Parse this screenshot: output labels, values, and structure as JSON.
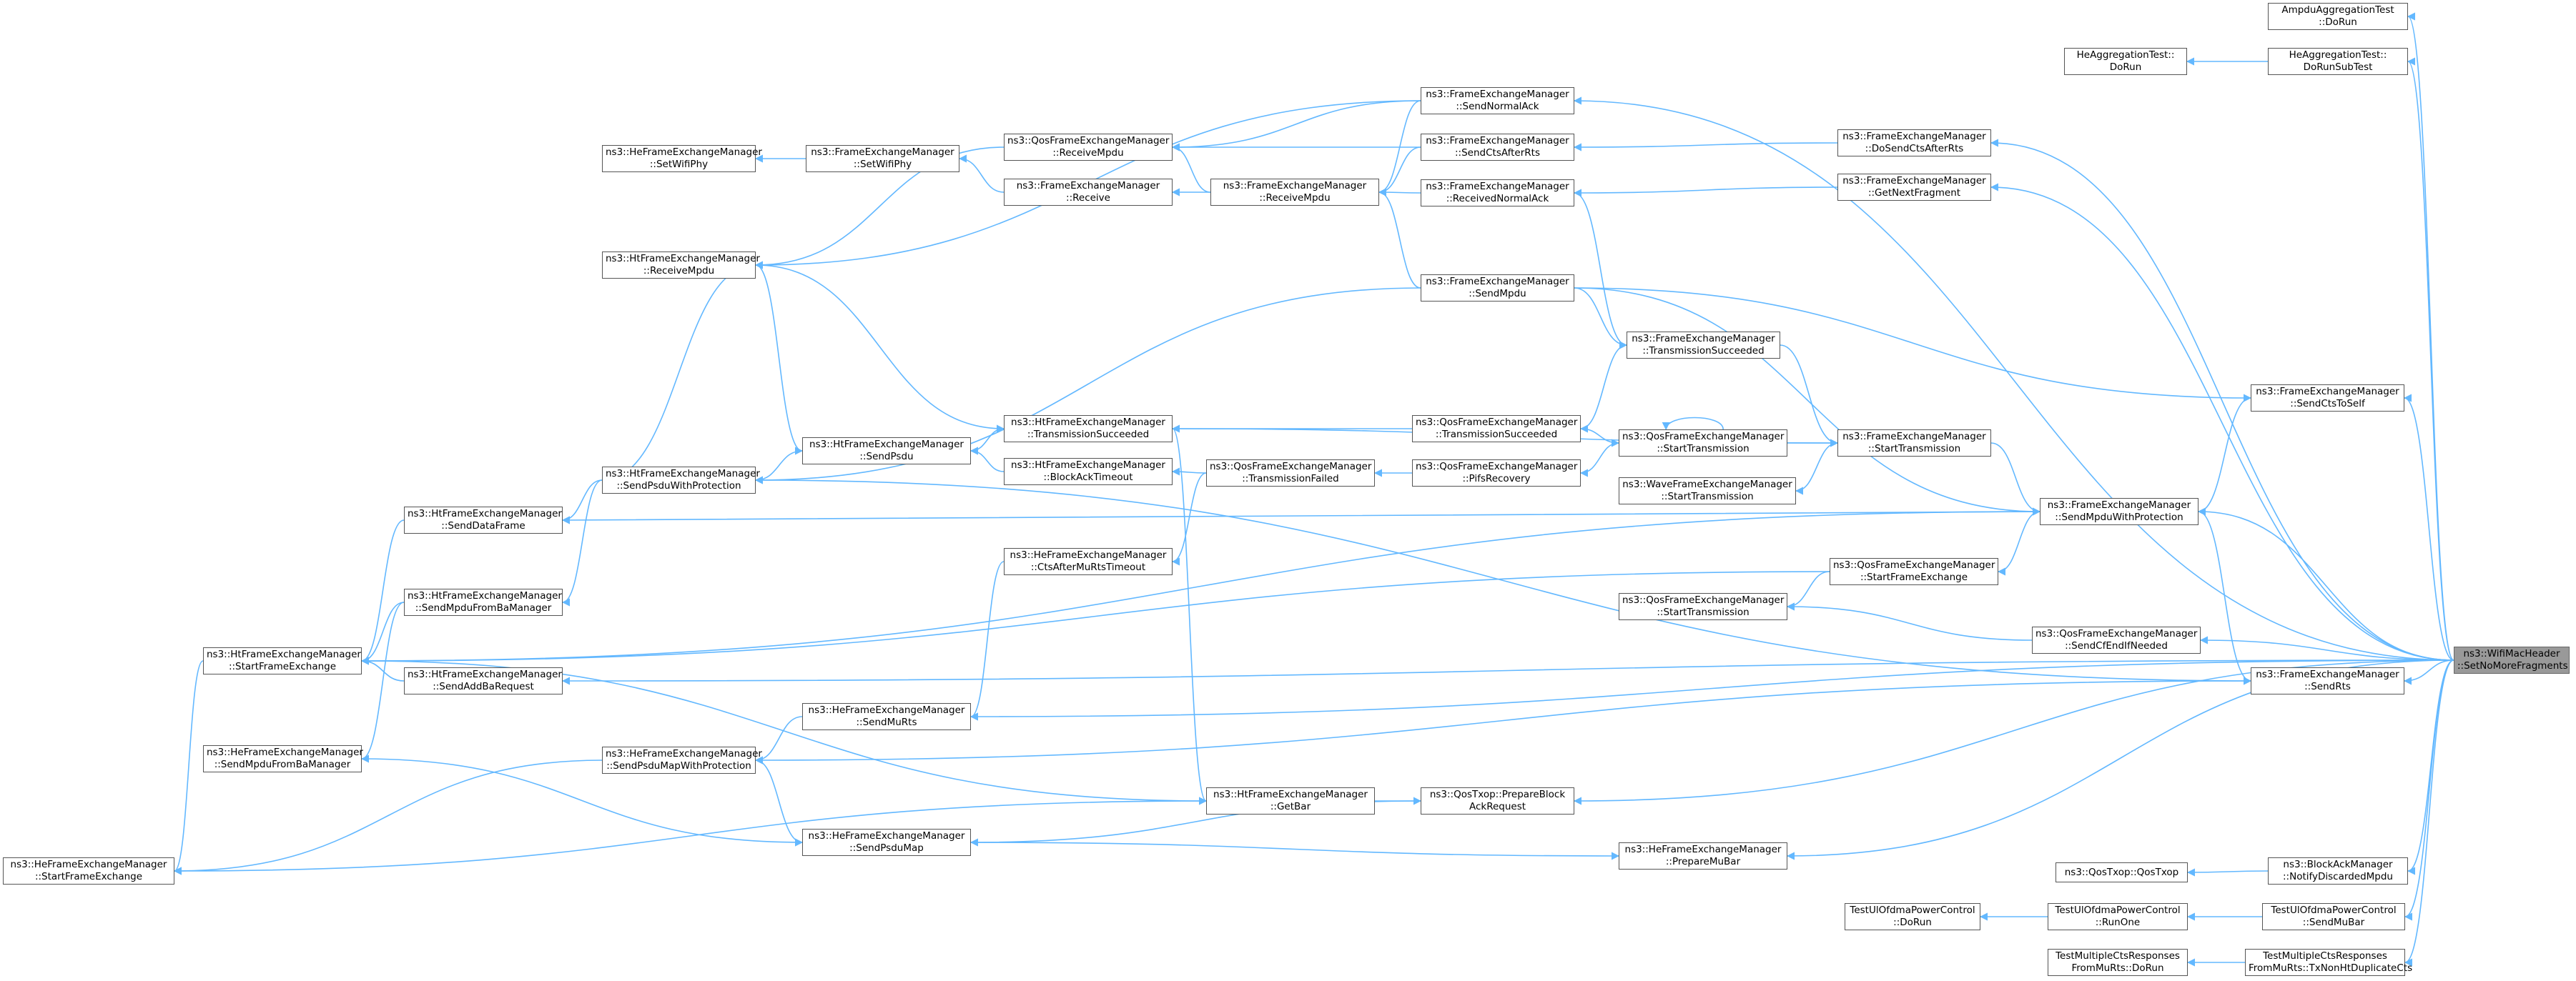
{
  "root": {
    "line1": "ns3::WifiMacHeader",
    "line2": "::SetNoMoreFragments"
  },
  "edge_color": "#63b8ff",
  "node_border": "#555555",
  "root_fill": "#999999",
  "nodes": {
    "ampdu_doRun": {
      "line1": "AmpduAggregationTest",
      "line2": "::DoRun"
    },
    "heAgg_doRun": {
      "line1": "HeAggregationTest::",
      "line2": "DoRun"
    },
    "heAgg_subtest": {
      "line1": "HeAggregationTest::",
      "line2": "DoRunSubTest"
    },
    "fem_sendNormalAck": {
      "line1": "ns3::FrameExchangeManager",
      "line2": "::SendNormalAck"
    },
    "fem_doSendCtsAfterRts": {
      "line1": "ns3::FrameExchangeManager",
      "line2": "::DoSendCtsAfterRts"
    },
    "fem_sendCtsAfterRts": {
      "line1": "ns3::FrameExchangeManager",
      "line2": "::SendCtsAfterRts"
    },
    "fem_getNextFragment": {
      "line1": "ns3::FrameExchangeManager",
      "line2": "::GetNextFragment"
    },
    "fem_receivedNormalAck": {
      "line1": "ns3::FrameExchangeManager",
      "line2": "::ReceivedNormalAck"
    },
    "qfem_receiveMpdu": {
      "line1": "ns3::QosFrameExchangeManager",
      "line2": "::ReceiveMpdu"
    },
    "hefem_setWifiPhy": {
      "line1": "ns3::HeFrameExchangeManager",
      "line2": "::SetWifiPhy"
    },
    "fem_setWifiPhy": {
      "line1": "ns3::FrameExchangeManager",
      "line2": "::SetWifiPhy"
    },
    "fem_receive": {
      "line1": "ns3::FrameExchangeManager",
      "line2": "::Receive"
    },
    "fem_receiveMpdu": {
      "line1": "ns3::FrameExchangeManager",
      "line2": "::ReceiveMpdu"
    },
    "htfem_receiveMpdu": {
      "line1": "ns3::HtFrameExchangeManager",
      "line2": "::ReceiveMpdu"
    },
    "fem_sendMpdu": {
      "line1": "ns3::FrameExchangeManager",
      "line2": "::SendMpdu"
    },
    "fem_txSucceeded": {
      "line1": "ns3::FrameExchangeManager",
      "line2": "::TransmissionSucceeded"
    },
    "fem_sendCtsToSelf": {
      "line1": "ns3::FrameExchangeManager",
      "line2": "::SendCtsToSelf"
    },
    "htfem_txSucceeded": {
      "line1": "ns3::HtFrameExchangeManager",
      "line2": "::TransmissionSucceeded"
    },
    "qfem_txSucceeded": {
      "line1": "ns3::QosFrameExchangeManager",
      "line2": "::TransmissionSucceeded"
    },
    "qfem_startTx": {
      "line1": "ns3::QosFrameExchangeManager",
      "line2": "::StartTransmission"
    },
    "fem_startTx": {
      "line1": "ns3::FrameExchangeManager",
      "line2": "::StartTransmission"
    },
    "htfem_sendPsdu": {
      "line1": "ns3::HtFrameExchangeManager",
      "line2": "::SendPsdu"
    },
    "htfem_blockAckTimeout": {
      "line1": "ns3::HtFrameExchangeManager",
      "line2": "::BlockAckTimeout"
    },
    "qfem_txFailed": {
      "line1": "ns3::QosFrameExchangeManager",
      "line2": "::TransmissionFailed"
    },
    "qfem_pifsRecovery": {
      "line1": "ns3::QosFrameExchangeManager",
      "line2": "::PifsRecovery"
    },
    "wfem_startTx": {
      "line1": "ns3::WaveFrameExchangeManager",
      "line2": "::StartTransmission"
    },
    "fem_sendMpduWithProtection": {
      "line1": "ns3::FrameExchangeManager",
      "line2": "::SendMpduWithProtection"
    },
    "htfem_sendPsduWithProtection": {
      "line1": "ns3::HtFrameExchangeManager",
      "line2": "::SendPsduWithProtection"
    },
    "htfem_sendDataFrame": {
      "line1": "ns3::HtFrameExchangeManager",
      "line2": "::SendDataFrame"
    },
    "hefem_ctsAfterMuRtsTimeout": {
      "line1": "ns3::HeFrameExchangeManager",
      "line2": "::CtsAfterMuRtsTimeout"
    },
    "htfem_sendMpduFromBaManager": {
      "line1": "ns3::HtFrameExchangeManager",
      "line2": "::SendMpduFromBaManager"
    },
    "qfem_startFrameExchange": {
      "line1": "ns3::QosFrameExchangeManager",
      "line2": "::StartFrameExchange"
    },
    "qfem_startTx2": {
      "line1": "ns3::QosFrameExchangeManager",
      "line2": "::StartTransmission"
    },
    "qfem_sendCfEndIfNeeded": {
      "line1": "ns3::QosFrameExchangeManager",
      "line2": "::SendCfEndIfNeeded"
    },
    "htfem_startFrameExchange": {
      "line1": "ns3::HtFrameExchangeManager",
      "line2": "::StartFrameExchange"
    },
    "htfem_sendAddBaRequest": {
      "line1": "ns3::HtFrameExchangeManager",
      "line2": "::SendAddBaRequest"
    },
    "fem_sendRts": {
      "line1": "ns3::FrameExchangeManager",
      "line2": "::SendRts"
    },
    "hefem_sendMuRts": {
      "line1": "ns3::HeFrameExchangeManager",
      "line2": "::SendMuRts"
    },
    "hefem_sendMpduFromBaManager": {
      "line1": "ns3::HeFrameExchangeManager",
      "line2": "::SendMpduFromBaManager"
    },
    "hefem_sendPsduMapWithProtection": {
      "line1": "ns3::HeFrameExchangeManager",
      "line2": "::SendPsduMapWithProtection"
    },
    "htfem_getBar": {
      "line1": "ns3::HtFrameExchangeManager",
      "line2": "::GetBar"
    },
    "qostxop_prepareBlockAckRequest": {
      "line1": "ns3::QosTxop::PrepareBlock",
      "line2": "AckRequest"
    },
    "hefem_sendPsduMap": {
      "line1": "ns3::HeFrameExchangeManager",
      "line2": "::SendPsduMap"
    },
    "hefem_prepareMuBar": {
      "line1": "ns3::HeFrameExchangeManager",
      "line2": "::PrepareMuBar"
    },
    "hefem_startFrameExchange": {
      "line1": "ns3::HeFrameExchangeManager",
      "line2": "::StartFrameExchange"
    },
    "qostxop_ctor": {
      "line1": "ns3::QosTxop::QosTxop",
      "line2": ""
    },
    "bam_notifyDiscardedMpdu": {
      "line1": "ns3::BlockAckManager",
      "line2": "::NotifyDiscardedMpdu"
    },
    "tulofdma_doRun": {
      "line1": "TestUlOfdmaPowerControl",
      "line2": "::DoRun"
    },
    "tulofdma_runOne": {
      "line1": "TestUlOfdmaPowerControl",
      "line2": "::RunOne"
    },
    "tulofdma_sendMuBar": {
      "line1": "TestUlOfdmaPowerControl",
      "line2": "::SendMuBar"
    },
    "tmcts_doRun": {
      "line1": "TestMultipleCtsResponses",
      "line2": "FromMuRts::DoRun"
    },
    "tmcts_txNonHt": {
      "line1": "TestMultipleCtsResponses",
      "line2": "FromMuRts::TxNonHtDuplicateCts"
    }
  }
}
